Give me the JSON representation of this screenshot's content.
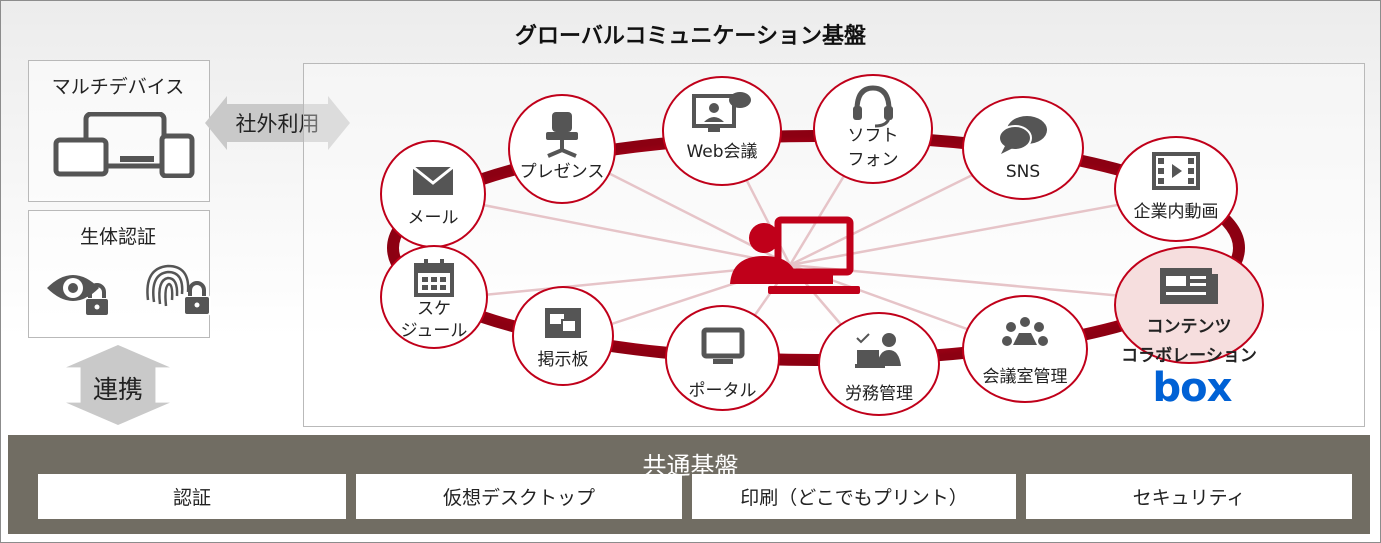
{
  "title": "グローバルコミュニケーション基盤",
  "left": {
    "multi_device_label": "マルチデバイス",
    "biometric_label": "生体認証",
    "external_use_label": "社外利用",
    "integration_label": "連携"
  },
  "hub": {
    "nodes": [
      {
        "id": "mail",
        "label": "メール",
        "icon": "envelope-icon"
      },
      {
        "id": "presence",
        "label": "プレゼンス",
        "icon": "office-chair-icon"
      },
      {
        "id": "web-meeting",
        "label": "Web会議",
        "icon": "video-conference-icon"
      },
      {
        "id": "softphone",
        "label": "ソフトフォン",
        "label_lines": [
          "ソフト",
          "フォン"
        ],
        "icon": "headset-icon"
      },
      {
        "id": "sns",
        "label": "SNS",
        "icon": "chat-bubbles-icon"
      },
      {
        "id": "video",
        "label": "企業内動画",
        "icon": "film-icon"
      },
      {
        "id": "schedule",
        "label": "スケジュール",
        "label_lines": [
          "スケ",
          "ジュール"
        ],
        "icon": "calendar-icon"
      },
      {
        "id": "board",
        "label": "掲示板",
        "icon": "bulletin-board-icon"
      },
      {
        "id": "portal",
        "label": "ポータル",
        "icon": "monitor-icon"
      },
      {
        "id": "attendance",
        "label": "労務管理",
        "icon": "worker-laptop-icon"
      },
      {
        "id": "room",
        "label": "会議室管理",
        "icon": "meeting-room-icon"
      },
      {
        "id": "content",
        "label": "コンテンツコラボレーション",
        "label_lines": [
          "コンテンツ",
          "コラボレーション"
        ],
        "icon": "news-document-icon",
        "brand": "box"
      }
    ]
  },
  "common": {
    "title": "共通基盤",
    "items": [
      "認証",
      "仮想デスクトップ",
      "印刷（どこでもプリント）",
      "セキュリティ"
    ]
  },
  "colors": {
    "ring": "#c0001a",
    "icon_gray": "#555555",
    "common_bar": "#716d63",
    "box_brand": "#0061d5"
  }
}
